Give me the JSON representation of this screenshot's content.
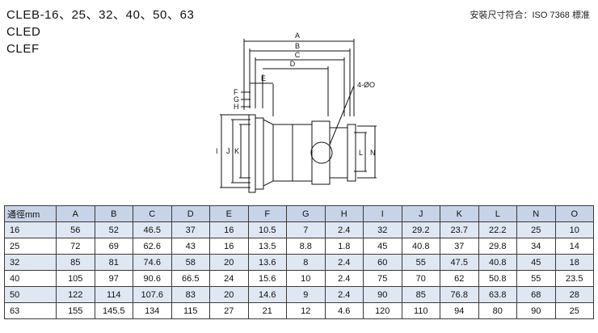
{
  "models": [
    "CLEB-16、25、32、40、50、63",
    "CLED",
    "CLEF"
  ],
  "standard": "安裝尺寸符合：ISO 7368 標准",
  "drawing": {
    "labels": {
      "A": "A",
      "B": "B",
      "C": "C",
      "D": "D",
      "E": "E",
      "F": "F",
      "G": "G",
      "H": "H",
      "I": "I",
      "J": "J",
      "K": "K",
      "L": "L",
      "N": "N",
      "holes": "4-ØO"
    }
  },
  "table": {
    "headers": [
      "通徑mm",
      "A",
      "B",
      "C",
      "D",
      "E",
      "F",
      "G",
      "H",
      "I",
      "J",
      "K",
      "L",
      "N",
      "O"
    ],
    "rows": [
      [
        "16",
        "56",
        "52",
        "46.5",
        "37",
        "16",
        "10.5",
        "7",
        "2.4",
        "32",
        "29.2",
        "23.7",
        "22.2",
        "25",
        "10"
      ],
      [
        "25",
        "72",
        "69",
        "62.6",
        "43",
        "16",
        "13.5",
        "8.8",
        "1.8",
        "45",
        "40.8",
        "37",
        "29.8",
        "34",
        "14"
      ],
      [
        "32",
        "85",
        "81",
        "74.6",
        "58",
        "20",
        "13.6",
        "8",
        "2.4",
        "60",
        "55",
        "47.5",
        "40.8",
        "45",
        "18"
      ],
      [
        "40",
        "105",
        "97",
        "90.6",
        "66.5",
        "24",
        "15.6",
        "10",
        "2.4",
        "75",
        "70",
        "62",
        "50.8",
        "55",
        "23.5"
      ],
      [
        "50",
        "122",
        "114",
        "107.6",
        "83",
        "20",
        "14.6",
        "9",
        "2.4",
        "90",
        "85",
        "76.8",
        "63.8",
        "68",
        "28"
      ],
      [
        "63",
        "155",
        "145.5",
        "134",
        "115",
        "27",
        "21",
        "12",
        "4.6",
        "120",
        "110",
        "94",
        "80",
        "90",
        "25"
      ]
    ]
  }
}
